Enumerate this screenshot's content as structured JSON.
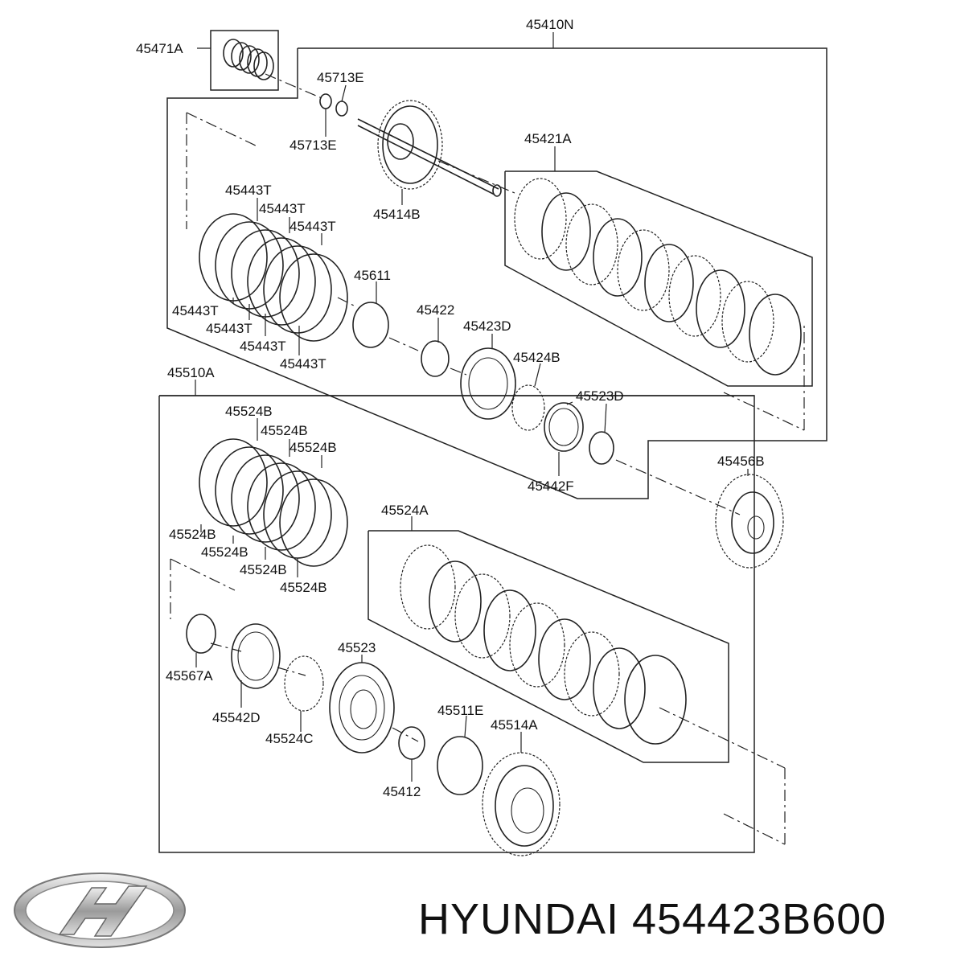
{
  "parts": {
    "p45410N": "45410N",
    "p45471A": "45471A",
    "p45713E_top": "45713E",
    "p45713E_bot": "45713E",
    "p45414B": "45414B",
    "p45421A": "45421A",
    "p45443T_1": "45443T",
    "p45443T_2": "45443T",
    "p45443T_3": "45443T",
    "p45443T_4": "45443T",
    "p45443T_5": "45443T",
    "p45443T_6": "45443T",
    "p45443T_7": "45443T",
    "p45611": "45611",
    "p45422": "45422",
    "p45423D": "45423D",
    "p45424B": "45424B",
    "p45523D": "45523D",
    "p45442F": "45442F",
    "p45456B": "45456B",
    "p45510A": "45510A",
    "p45524B_1": "45524B",
    "p45524B_2": "45524B",
    "p45524B_3": "45524B",
    "p45524B_4": "45524B",
    "p45524B_5": "45524B",
    "p45524B_6": "45524B",
    "p45524B_7": "45524B",
    "p45524A": "45524A",
    "p45567A": "45567A",
    "p45542D": "45542D",
    "p45523": "45523",
    "p45524C": "45524C",
    "p45511E": "45511E",
    "p45514A": "45514A",
    "p45412": "45412"
  },
  "footer": {
    "caption": "HYUNDAI 454423B600"
  },
  "logo": {
    "icon": "hyundai-logo-icon"
  }
}
